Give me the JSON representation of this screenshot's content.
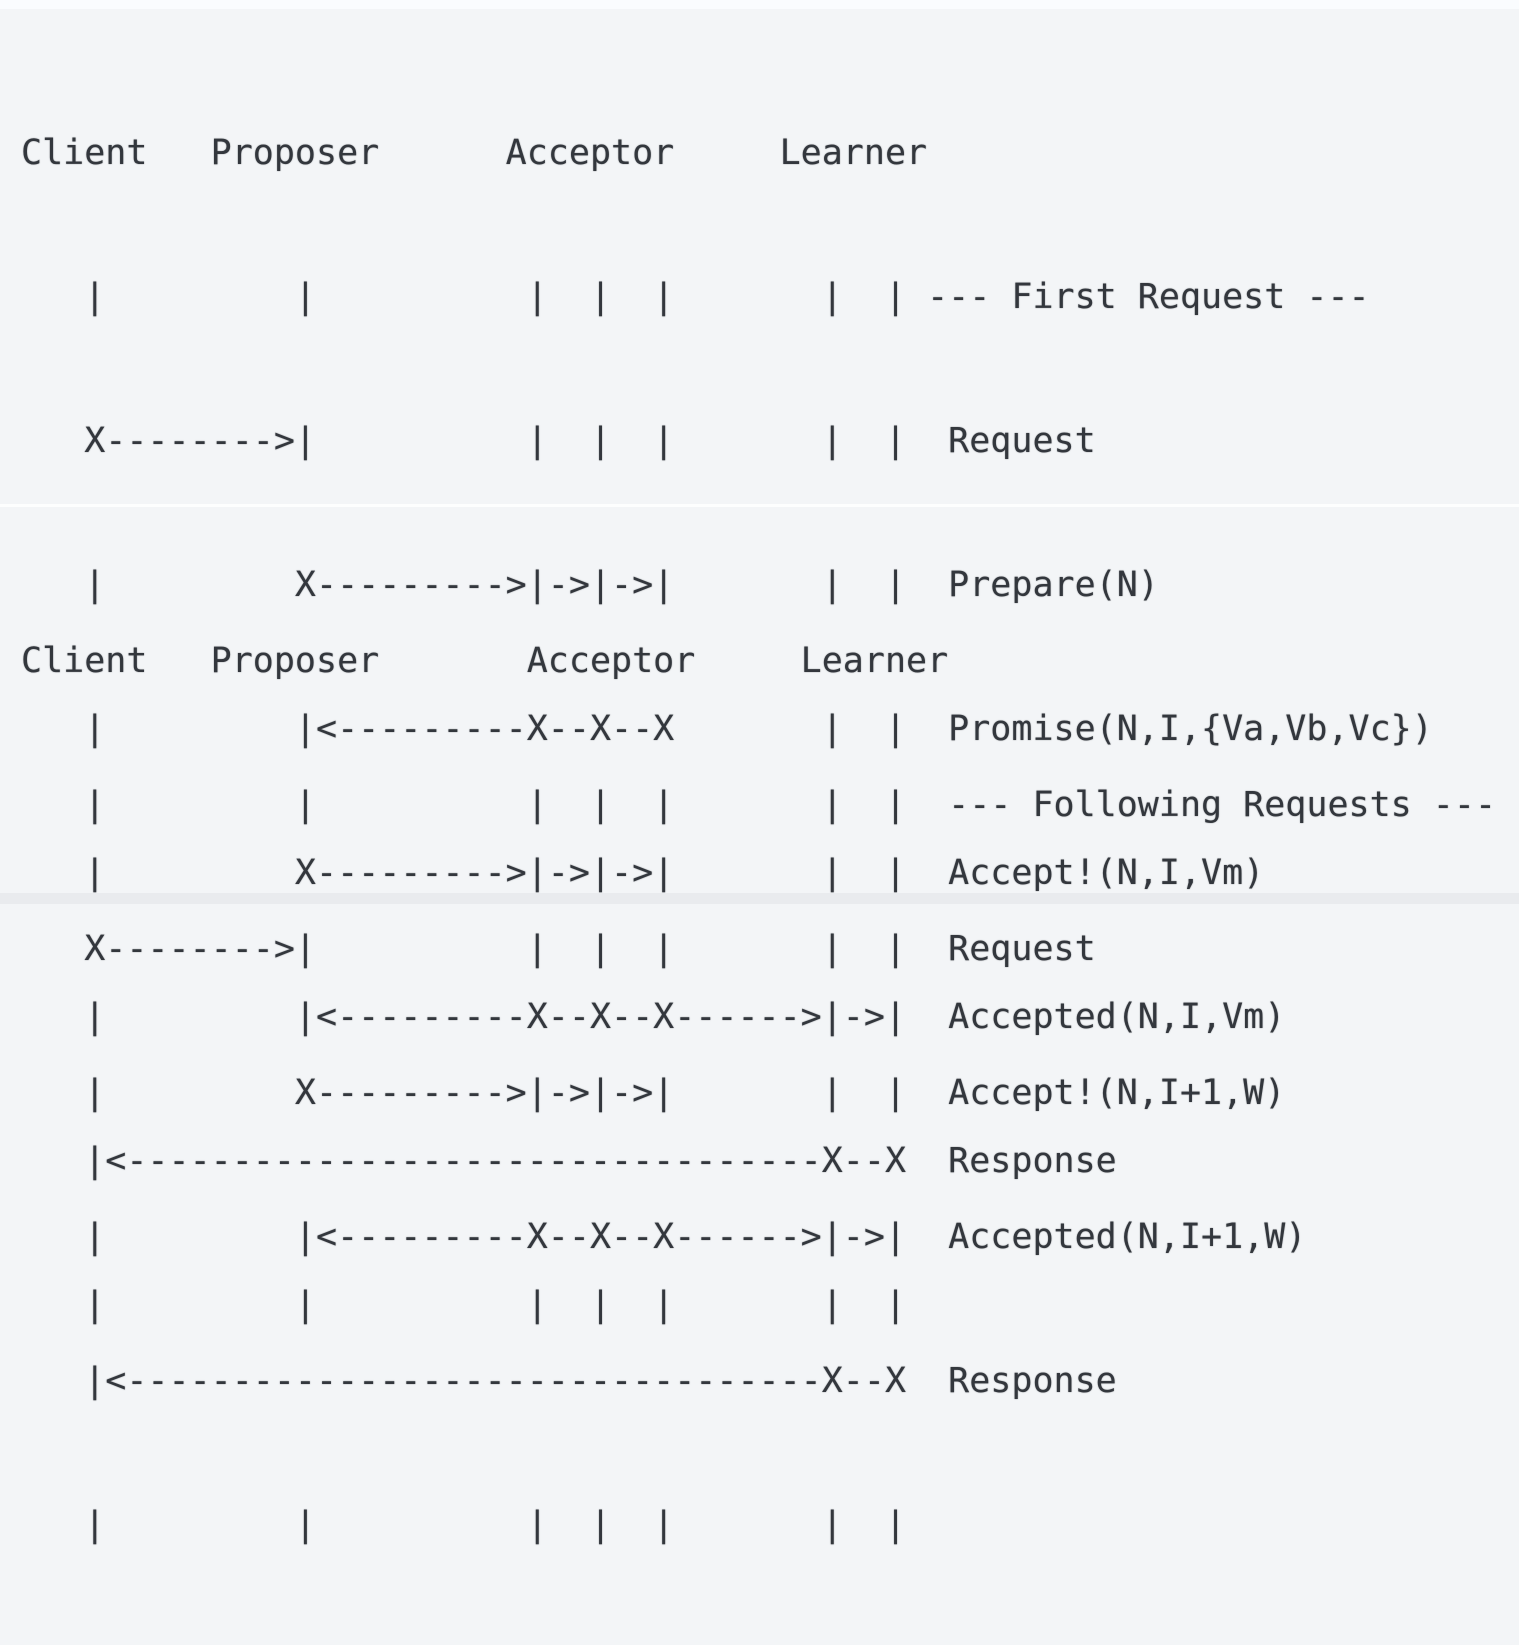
{
  "meta": {
    "description": "ASCII sequence diagram of the Paxos consensus protocol showing the first request round and subsequent Multi-Paxos rounds"
  },
  "palette": {
    "background": "#f3f5f7",
    "top_strip": "#fafcfe",
    "separator": "#fdfefe",
    "bottom_strip": "#e9ebee",
    "text": "#33373d"
  },
  "actors": [
    "Client",
    "Proposer",
    "Acceptor",
    "Learner"
  ],
  "diagrams": [
    {
      "section_label": "--- First Request ---",
      "messages": [
        "Request",
        "Prepare(N)",
        "Promise(N,I,{Va,Vb,Vc})",
        "Accept!(N,I,Vm)",
        "Accepted(N,I,Vm)",
        "Response"
      ],
      "lines": [
        "Client   Proposer      Acceptor     Learner",
        "   |         |          |  |  |       |  | --- First Request ---",
        "   X-------->|          |  |  |       |  |  Request",
        "   |         X--------->|->|->|       |  |  Prepare(N)",
        "   |         |<---------X--X--X       |  |  Promise(N,I,{Va,Vb,Vc})",
        "   |         X--------->|->|->|       |  |  Accept!(N,I,Vm)",
        "   |         |<---------X--X--X------>|->|  Accepted(N,I,Vm)",
        "   |<---------------------------------X--X  Response",
        "   |         |          |  |  |       |  |"
      ]
    },
    {
      "section_label": "--- Following Requests ---",
      "messages": [
        "Request",
        "Accept!(N,I+1,W)",
        "Accepted(N,I+1,W)",
        "Response"
      ],
      "lines": [
        "Client   Proposer       Acceptor     Learner",
        "   |         |          |  |  |       |  |  --- Following Requests ---",
        "   X-------->|          |  |  |       |  |  Request",
        "   |         X--------->|->|->|       |  |  Accept!(N,I+1,W)",
        "   |         |<---------X--X--X------>|->|  Accepted(N,I+1,W)",
        "   |<---------------------------------X--X  Response",
        "   |         |          |  |  |       |  |"
      ]
    }
  ]
}
